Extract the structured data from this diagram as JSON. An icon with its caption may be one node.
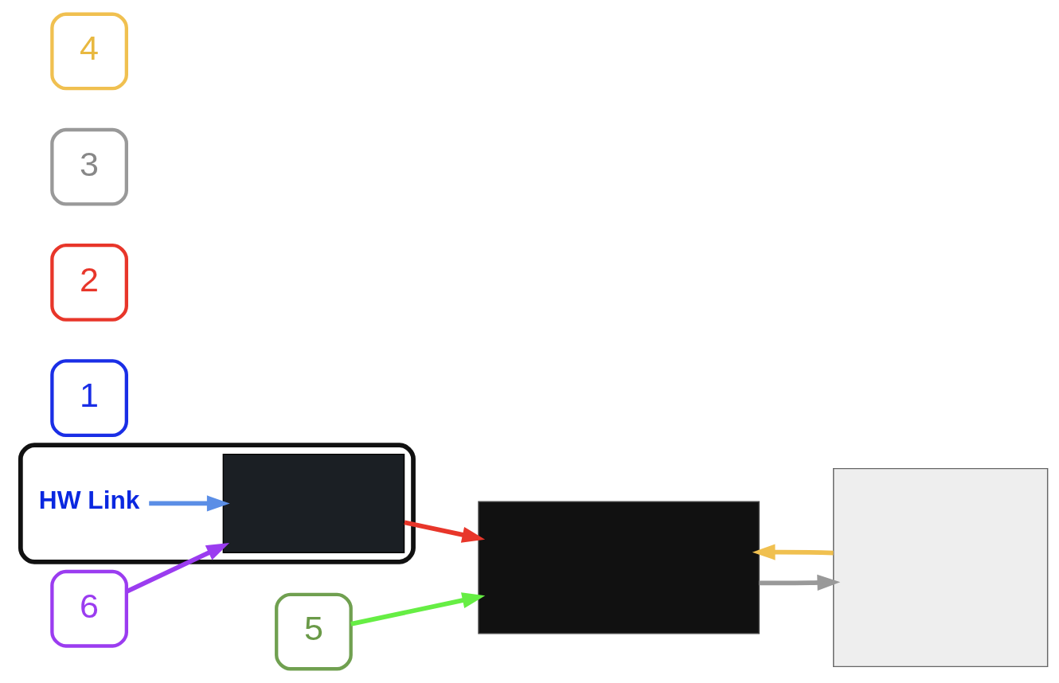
{
  "diagram": {
    "nodes": [
      {
        "text": [],
        "shape": "box"
      },
      {
        "text": [
          "HW Link"
        ],
        "in": 0
      },
      {
        "text": [],
        "shape": "box",
        "in": 0
      },
      {
        "text": [],
        "shape": "box"
      },
      {
        "text": [],
        "shape": "box"
      },
      {
        "text": [
          "1"
        ]
      },
      {
        "text": [
          "2"
        ]
      },
      {
        "text": [
          "3"
        ]
      },
      {
        "text": [
          "4"
        ]
      },
      {
        "text": [
          "5"
        ]
      },
      {
        "text": [
          "6"
        ]
      }
    ],
    "edges": [
      {
        "from": 1,
        "to": 2,
        "arrow": "to",
        "color": "#5b8ee6"
      },
      {
        "from": 2,
        "to": 3,
        "arrow": "to",
        "color": "#e8362a"
      },
      {
        "from": 3,
        "to": 4,
        "arrow": "to",
        "color": "#999999"
      },
      {
        "from": 4,
        "to": 3,
        "arrow": "to",
        "color": "#f0c050"
      },
      {
        "from": 9,
        "to": 3,
        "arrow": "to",
        "color": "#66ee44"
      },
      {
        "from": 10,
        "to": 2,
        "arrow": "to",
        "color": "#9b3cf0"
      }
    ]
  }
}
